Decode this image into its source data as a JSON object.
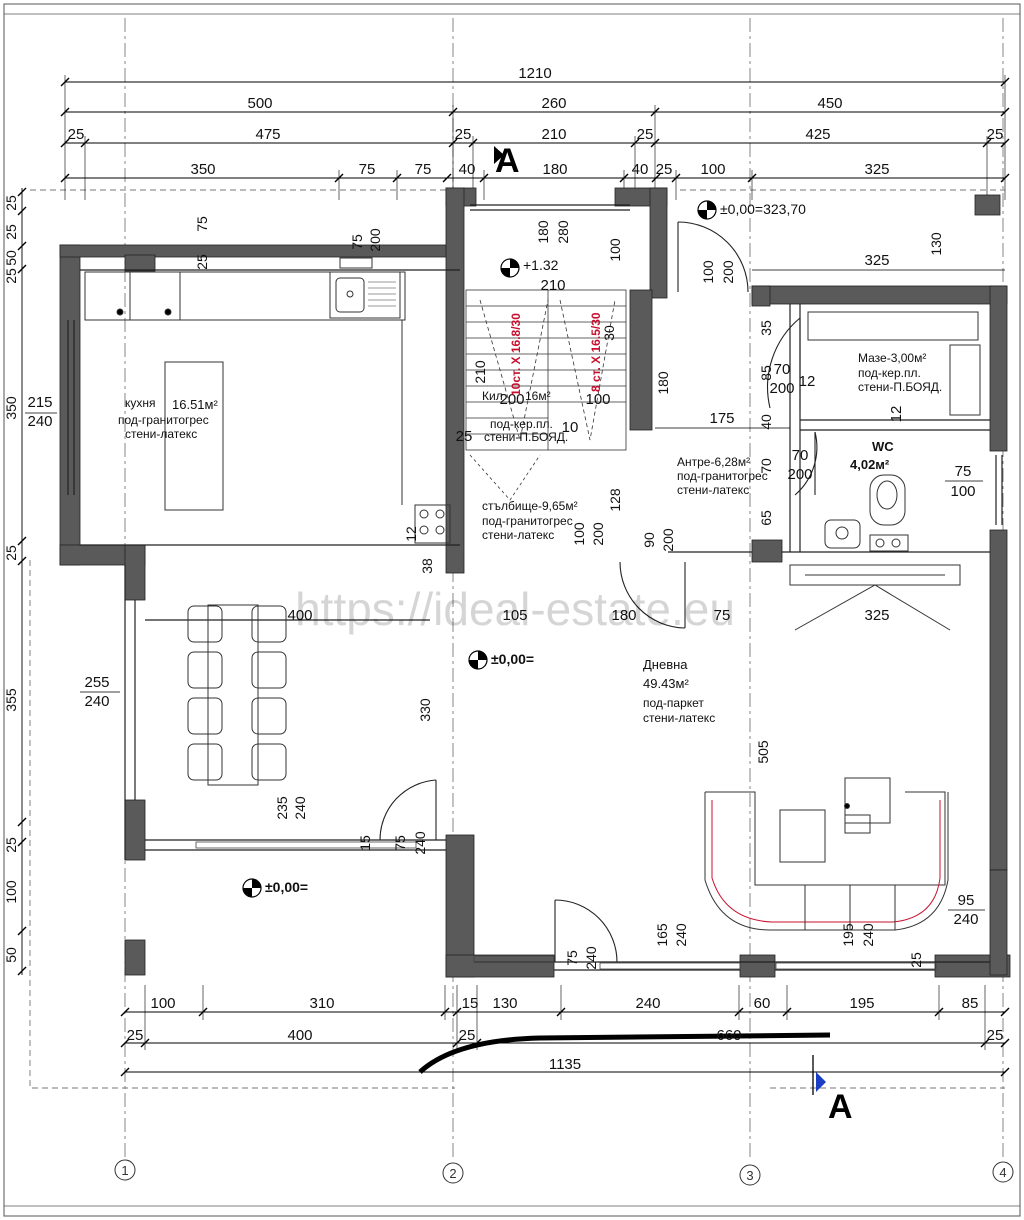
{
  "dims_top": {
    "total": "1210",
    "row2": [
      "500",
      "260",
      "450"
    ],
    "row3": [
      "25",
      "475",
      "25",
      "210",
      "25",
      "425",
      "25"
    ],
    "row4": [
      "350",
      "75",
      "75",
      "40",
      "180",
      "40",
      "25",
      "100",
      "325"
    ]
  },
  "dims_bottom": {
    "row1": [
      "100",
      "310",
      "15",
      "130",
      "240",
      "60",
      "195",
      "85"
    ],
    "row2": [
      "25",
      "400",
      "25",
      "660",
      "25"
    ],
    "total": "1135"
  },
  "dims_left": [
    "25",
    "25",
    "50",
    "25",
    "350",
    "25",
    "355",
    "25",
    "100",
    "50"
  ],
  "dims_inner": {
    "d75_top": "75",
    "d75_200": "75",
    "d200": "200",
    "d25": "25",
    "d180": "180",
    "d280": "280",
    "d100": "100",
    "d210": "210",
    "d215": "215",
    "d240": "240",
    "d255": "255",
    "d240b": "240",
    "d210v": "210",
    "d200v": "200",
    "d25s": "25",
    "d30": "30",
    "d100s": "100",
    "d10": "10",
    "d180v": "180",
    "d128": "128",
    "d12": "12",
    "d38": "38",
    "d100b": "100",
    "d200b": "200",
    "d90": "90",
    "d200c": "200",
    "d100c": "100",
    "d200d": "200",
    "d325": "325",
    "d130": "130",
    "d35": "35",
    "d85": "85",
    "d70": "70",
    "d200e": "200",
    "d12b": "12",
    "d175": "175",
    "d40": "40",
    "d70b": "70",
    "d200f": "200",
    "d70c": "70",
    "d65": "65",
    "d75b": "75",
    "d100d": "100",
    "d12c": "12",
    "d325b": "325",
    "d400": "400",
    "d105": "105",
    "d180b": "180",
    "d75c": "75",
    "d330": "330",
    "d505": "505",
    "d235": "235",
    "d240c": "240",
    "d75d": "75",
    "d240d": "240",
    "d15": "15",
    "d95": "95",
    "d240e": "240",
    "d165": "165",
    "d240f": "240",
    "d75e": "75",
    "d240g": "240",
    "d195": "195",
    "d240h": "240",
    "d25b": "25"
  },
  "levels": {
    "entry": "±0,00=323,70",
    "stairs": "+1.32",
    "living": "±0,00=",
    "terrace": "±0,00="
  },
  "rooms": {
    "kitchen": {
      "name": "кухня",
      "area": "16.51м²",
      "floor": "под-гранитогрес",
      "walls": "стени-латекс"
    },
    "boiler": {
      "name": "Кил",
      "area": "16м²",
      "floor": "под-кер.пл.",
      "walls": "стени-П.БОЯД."
    },
    "stairs": {
      "name": "стълбище-9,65м²",
      "floor": "под-гранитогрес",
      "walls": "стени-латекс"
    },
    "hall": {
      "name": "Антре-6,28м²",
      "floor": "под-гранитогрес",
      "walls": "стени-латекс"
    },
    "storage": {
      "name": "Мазе-3,00м²",
      "floor": "под-кер.пл.",
      "walls": "стени-П.БОЯД."
    },
    "wc": {
      "name": "WC",
      "area": "4,02м²"
    },
    "living": {
      "name": "Дневна",
      "area": "49.43м²",
      "floor": "под-паркет",
      "walls": "стени-латекс"
    }
  },
  "stairs_labels": {
    "left": "10ст. Х 16.8/30",
    "right": "8 ст. Х 16.5/30"
  },
  "section_mark": "A",
  "axes": [
    "1",
    "2",
    "3",
    "4"
  ],
  "watermark": "https://ideal-estate.eu"
}
